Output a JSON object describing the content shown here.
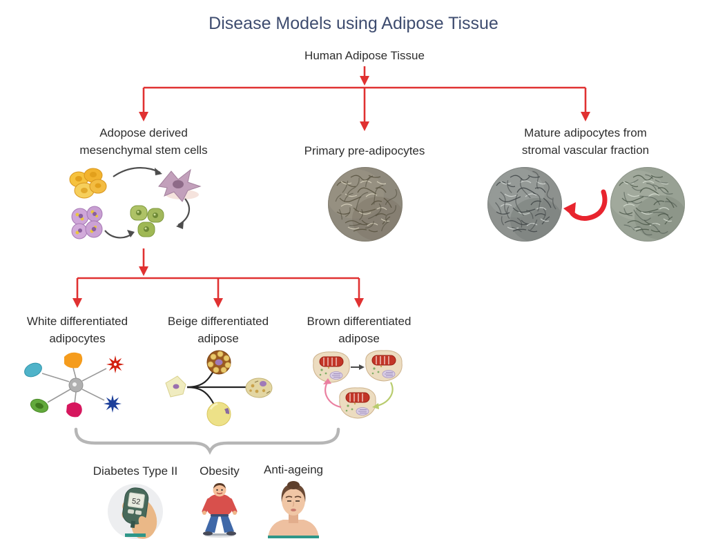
{
  "title": "Disease Models using Adipose Tissue",
  "tree": {
    "root_label": "Human Adipose Tissue",
    "level1": [
      {
        "name": "adipose-derived-mesenchymal-stem-cells",
        "line1": "Adopose derived",
        "line2": "mesenchymal stem cells",
        "illustration": "stem-cell-differentiation-cycle-illustration"
      },
      {
        "name": "primary-pre-adipocytes",
        "line1": "Primary pre-adipocytes",
        "line2": "",
        "illustration": "cell-culture-micrograph"
      },
      {
        "name": "mature-adipocytes-stromal-vascular-fraction",
        "line1": "Mature adipocytes from",
        "line2": "stromal vascular fraction",
        "illustration": "two-cell-culture-micrographs-with-red-arrow"
      }
    ],
    "level2": [
      {
        "name": "white-differentiated-adipocytes",
        "line1": "White differentiated",
        "line2": "adipocytes",
        "illustration": "secreting-cell-hub-illustration"
      },
      {
        "name": "beige-differentiated-adipose",
        "line1": "Beige differentiated",
        "line2": "adipose",
        "illustration": "precursor-to-three-adipocytes-illustration"
      },
      {
        "name": "brown-differentiated-adipose",
        "line1": "Brown differentiated",
        "line2": "adipose",
        "illustration": "brown-adipocyte-cycle-illustration"
      }
    ]
  },
  "applications": [
    {
      "label": "Diabetes Type II",
      "icon": "glucose-meter-in-hand-icon"
    },
    {
      "label": "Obesity",
      "icon": "obese-person-icon"
    },
    {
      "label": "Anti-ageing",
      "icon": "woman-face-icon"
    }
  ],
  "glucose_meter": {
    "reading": "52"
  },
  "colors": {
    "title": "#3e4c6f",
    "text": "#2d2d2d",
    "arrow": "#e03131",
    "brace": "#b6b6b6"
  }
}
